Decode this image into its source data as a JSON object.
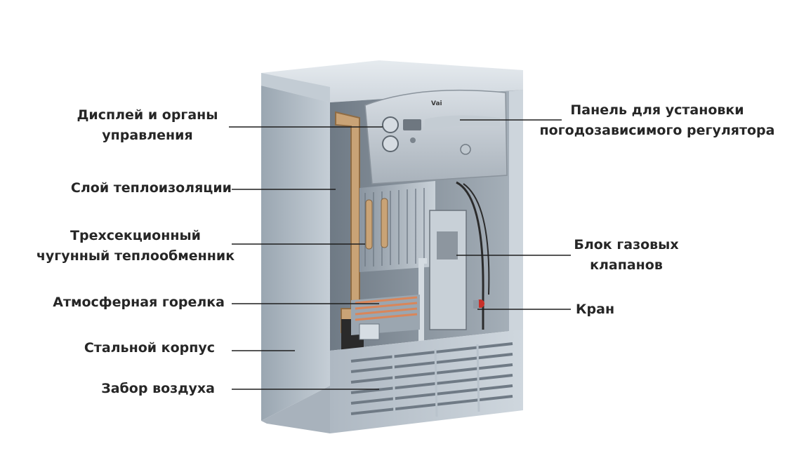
{
  "diagram": {
    "labels_left": [
      {
        "id": "display",
        "lines": [
          "Дисплей и органы",
          "управления"
        ]
      },
      {
        "id": "insulation",
        "lines": [
          "Слой теплоизоляции"
        ]
      },
      {
        "id": "exchanger",
        "lines": [
          "Трехсекционный",
          "чугунный теплообменник"
        ]
      },
      {
        "id": "burner",
        "lines": [
          "Атмосферная горелка"
        ]
      },
      {
        "id": "housing",
        "lines": [
          "Стальной корпус"
        ]
      },
      {
        "id": "air_intake",
        "lines": [
          "Забор воздуха"
        ]
      }
    ],
    "labels_right": [
      {
        "id": "panel",
        "lines": [
          "Панель для установки",
          "погодозависимого регулятора"
        ]
      },
      {
        "id": "gas_valves",
        "lines": [
          "Блок газовых",
          "клапанов"
        ]
      },
      {
        "id": "tap",
        "lines": [
          "Кран"
        ]
      }
    ],
    "brand_mark": "Vai",
    "colors": {
      "text": "#262626",
      "leader_line": "#1e1e1e",
      "casing": "#b9c3cc",
      "casing_dark": "#8e99a4",
      "insulation": "#c9a376",
      "burner_flame": "#d9865a",
      "valve_red": "#c8302a"
    }
  }
}
